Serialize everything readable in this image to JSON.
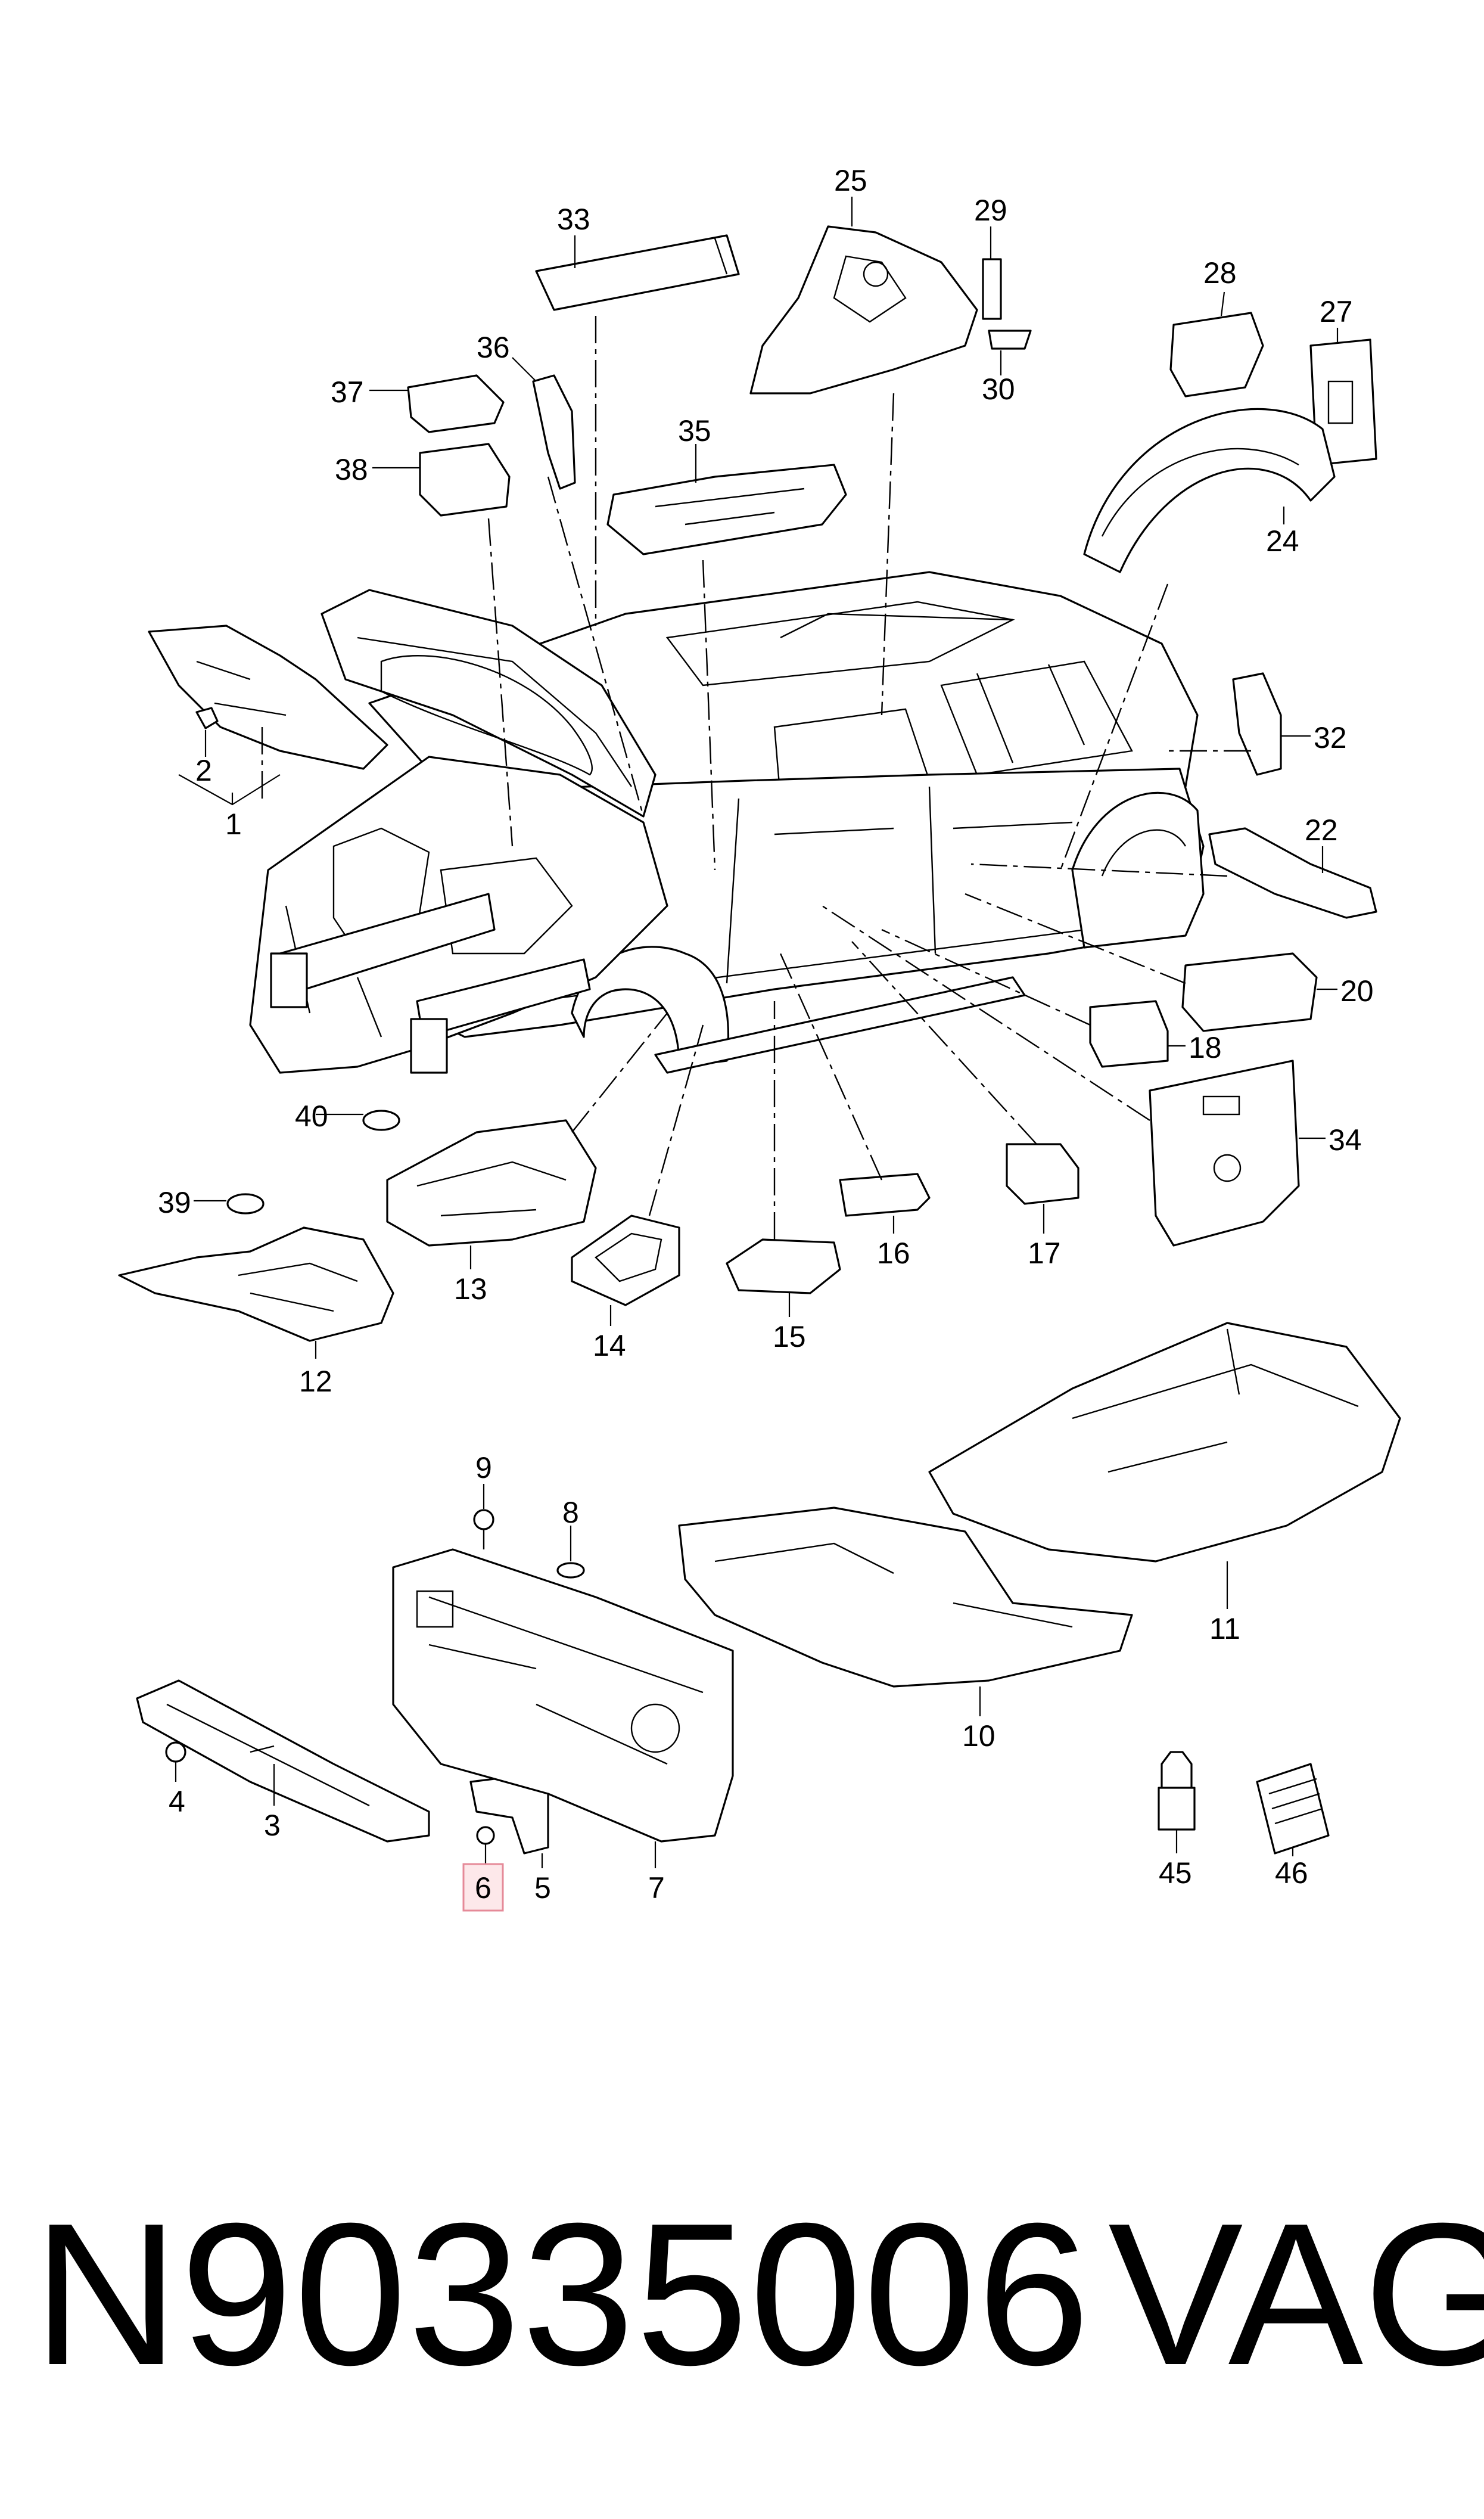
{
  "callouts": [
    "1",
    "2",
    "3",
    "4",
    "5",
    "6",
    "7",
    "8",
    "9",
    "10",
    "11",
    "12",
    "13",
    "14",
    "15",
    "16",
    "17",
    "18",
    "20",
    "22",
    "24",
    "25",
    "27",
    "28",
    "29",
    "30",
    "32",
    "33",
    "34",
    "35",
    "36",
    "37",
    "38",
    "39",
    "40",
    "45",
    "46"
  ],
  "highlighted_callout": "6",
  "colors": {
    "line": "#000000",
    "highlight_fill": "#fde8ea",
    "highlight_stroke": "#e58a98"
  },
  "footer": {
    "part_number": "N90335006",
    "brand": "VAG"
  }
}
